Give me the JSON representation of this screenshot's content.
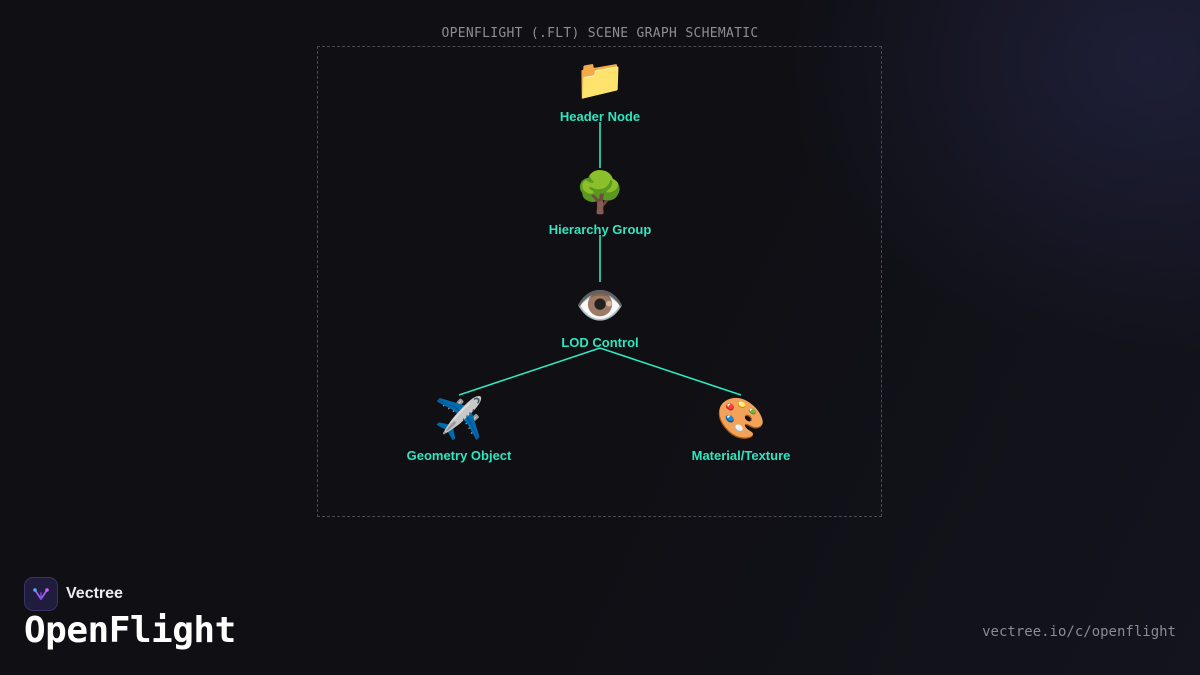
{
  "schematic": {
    "title": "OPENFLIGHT (.FLT) SCENE GRAPH SCHEMATIC",
    "edge_color": "#2fe6c0",
    "nodes": [
      {
        "id": "header",
        "icon": "📁",
        "icon_name": "folder-icon",
        "label": "Header Node"
      },
      {
        "id": "group",
        "icon": "🌳",
        "icon_name": "tree-icon",
        "label": "Hierarchy Group"
      },
      {
        "id": "lod",
        "icon": "👁️",
        "icon_name": "eye-icon",
        "label": "LOD Control"
      },
      {
        "id": "geometry",
        "icon": "✈️",
        "icon_name": "airplane-icon",
        "label": "Geometry Object"
      },
      {
        "id": "material",
        "icon": "🎨",
        "icon_name": "palette-icon",
        "label": "Material/Texture"
      }
    ],
    "edges": [
      {
        "from": "header",
        "to": "group"
      },
      {
        "from": "group",
        "to": "lod"
      },
      {
        "from": "lod",
        "to": "geometry"
      },
      {
        "from": "lod",
        "to": "material"
      }
    ]
  },
  "brand": {
    "name": "Vectree",
    "logo_icon": "vectree-logo-icon"
  },
  "page": {
    "title": "OpenFlight",
    "url": "vectree.io/c/openflight"
  }
}
